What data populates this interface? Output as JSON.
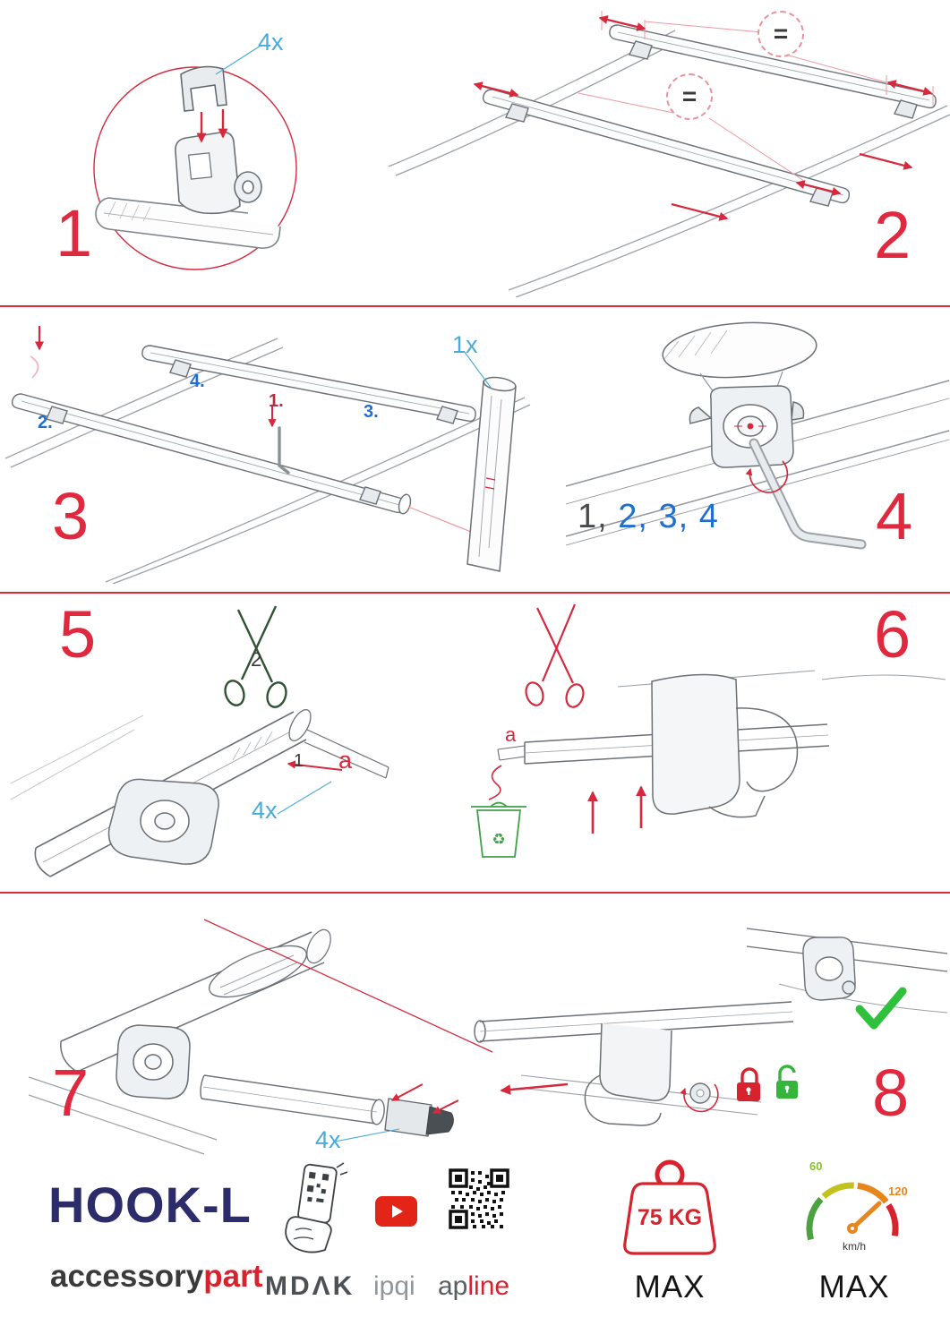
{
  "steps": {
    "s1": {
      "number": "1",
      "qty": "4x"
    },
    "s2": {
      "number": "2",
      "equal_top": "=",
      "equal_mid": "="
    },
    "s3": {
      "number": "3",
      "qty": "1x",
      "sub1": "1.",
      "sub2": "2.",
      "sub3": "3.",
      "sub4": "4."
    },
    "s4": {
      "number": "4",
      "seq_first": "1,",
      "seq_rest": " 2, 3, 4"
    },
    "s5": {
      "number": "5",
      "label_scissors": "2",
      "label_strip": "1",
      "label_a": "a",
      "qty": "4x"
    },
    "s6": {
      "number": "6",
      "label_a": "a"
    },
    "s7": {
      "number": "7",
      "qty": "4x"
    },
    "s8": {
      "number": "8"
    }
  },
  "icons": {
    "recycle": "♻"
  },
  "footer": {
    "product": "HOOK-L",
    "brand_gray": "accessory",
    "brand_red": "part",
    "logo_mdak": "MDΛK",
    "logo_ipqi": "ipqi",
    "logo_ap": "ap",
    "logo_line": "line",
    "weight_value": "75 KG",
    "weight_max": "MAX",
    "speed_low": "60",
    "speed_high": "120",
    "speed_unit": "km/h",
    "speed_max": "MAX"
  },
  "colors": {
    "accent_red": "#d6293d",
    "label_blue": "#49abd8",
    "sequence_blue": "#1f6fd0",
    "brand_navy": "#2d2c6b",
    "success_green": "#2fc13c"
  }
}
